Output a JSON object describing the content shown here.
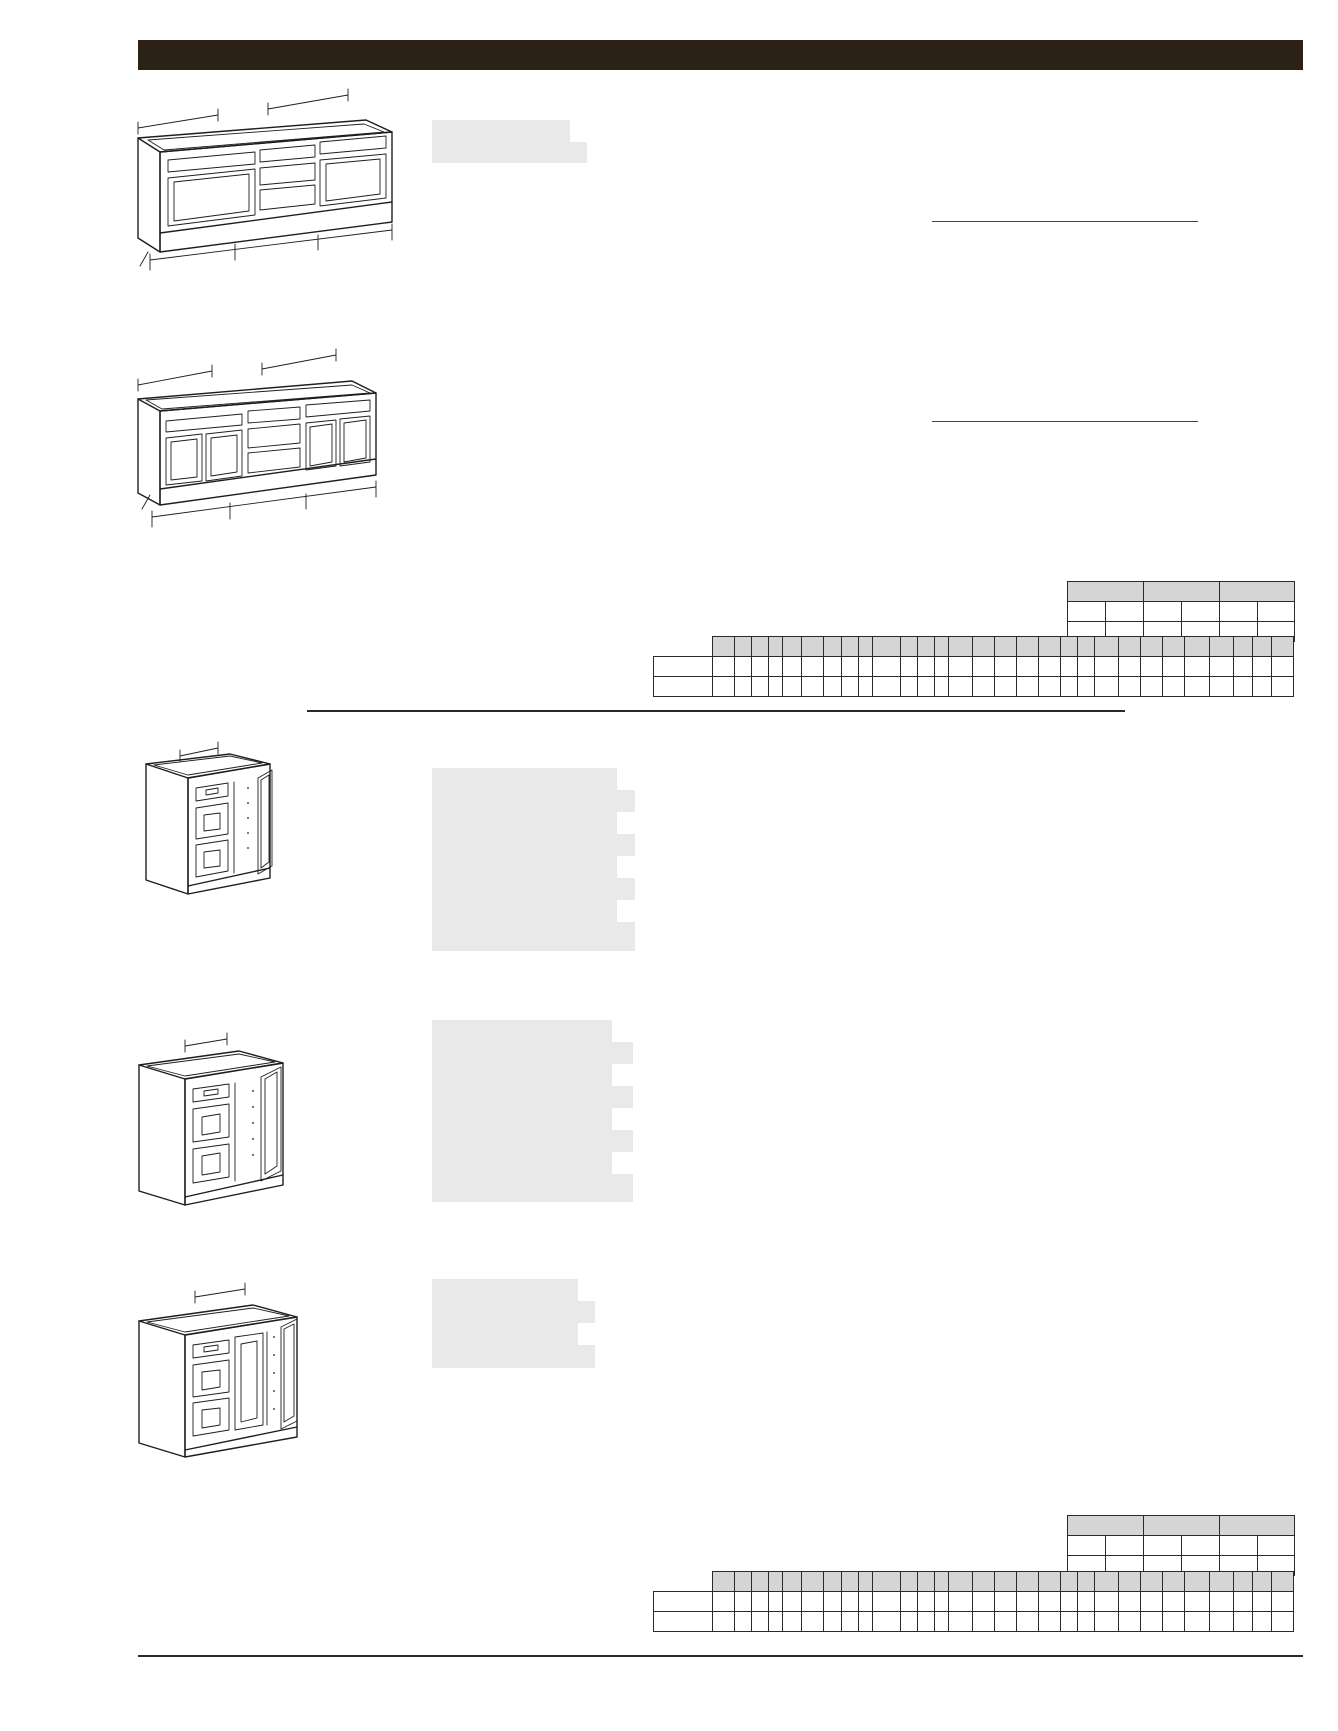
{
  "page": {
    "header_text": "",
    "sections": [
      {
        "id": "double-vanity-drawer-bank"
      },
      {
        "id": "double-vanity-drawer-bank-with-doors"
      },
      {
        "id": "vanity-drawers-left-door-right"
      },
      {
        "id": "vanity-drawers-left-door-right-wide"
      },
      {
        "id": "vanity-drawers-left-two-doors"
      }
    ]
  },
  "colors": {
    "header_bar": "#2b2116",
    "shade": "#e9e9e9",
    "table_header_shade": "#d5d5d5",
    "rule": "#2a2a2a"
  },
  "icons": [
    "double-vanity-cabinet-icon",
    "vanity-cabinet-icon"
  ]
}
